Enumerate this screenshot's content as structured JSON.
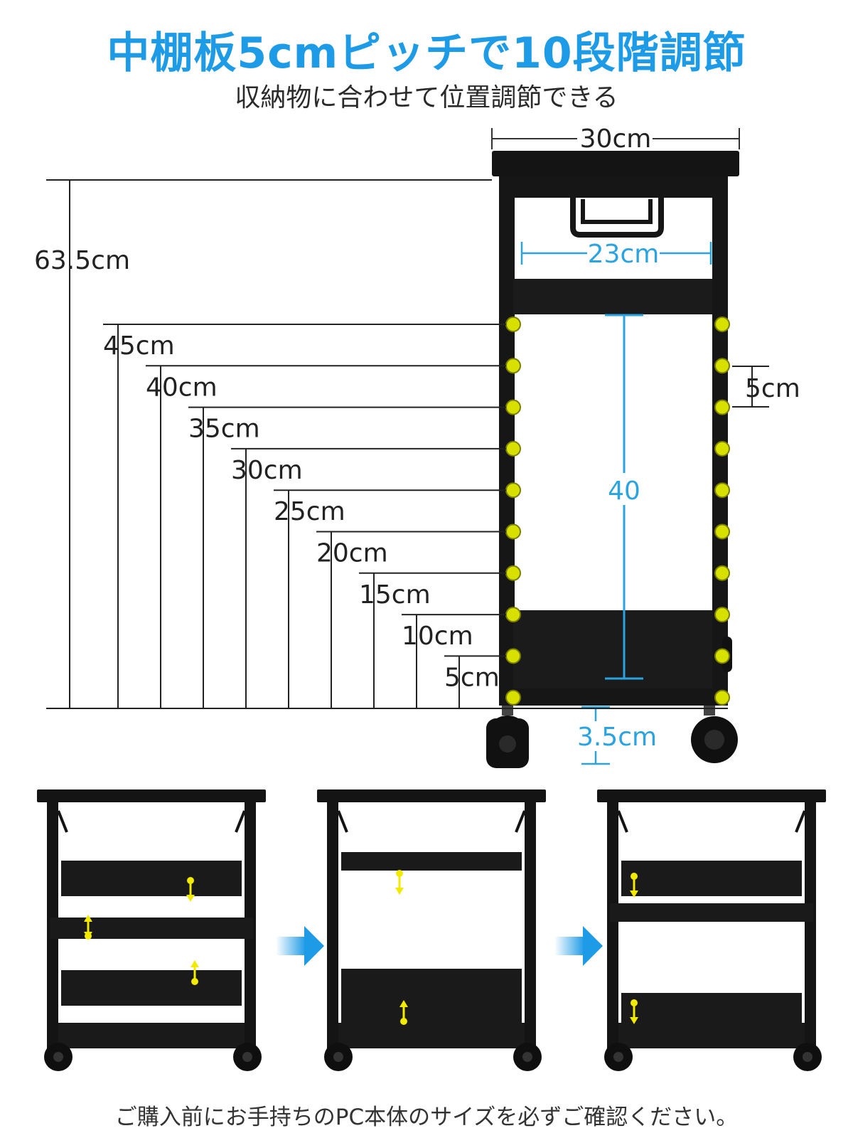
{
  "header": {
    "title": "中棚板5cmピッチで10段階調節",
    "subtitle": "収納物に合わせて位置調節できる"
  },
  "dimensions": {
    "top_width": "30cm",
    "inner_width": "23cm",
    "total_height": "63.5cm",
    "pitch": "5cm",
    "inner_height": "40",
    "bottom_clearance": "3.5cm",
    "shelf_levels": [
      "45cm",
      "40cm",
      "35cm",
      "30cm",
      "25cm",
      "20cm",
      "15cm",
      "10cm",
      "5cm"
    ]
  },
  "colors": {
    "title_blue": "#1e9be6",
    "dimension_blue": "#2aa3e0",
    "peg_yellow": "#d8e000",
    "furniture_black": "#141414",
    "arrow_yellow": "#f2ea00"
  },
  "footer": {
    "note": "ご購入前にお手持ちのPC本体のサイズを必ずご確認ください。"
  }
}
